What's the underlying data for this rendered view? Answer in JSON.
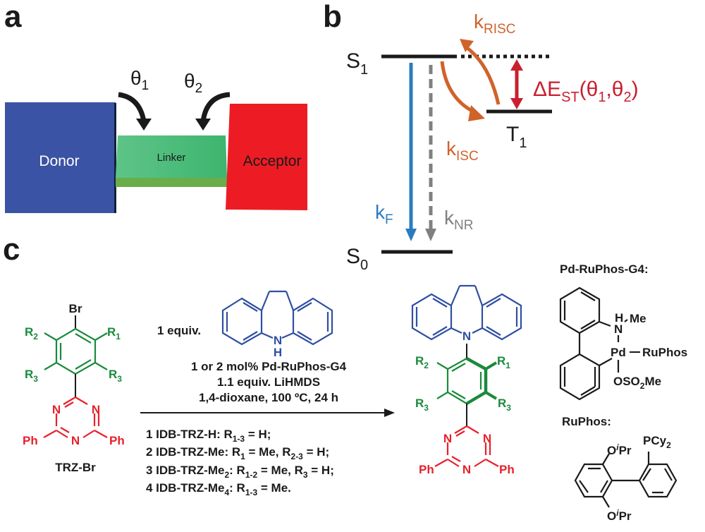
{
  "panels": {
    "a": {
      "label": "a",
      "donor": "Donor",
      "linker": "Linker",
      "acceptor": "Acceptor",
      "theta1": "θ",
      "theta1_sub": "1",
      "theta2": "θ",
      "theta2_sub": "2",
      "colors": {
        "donor": "#3a53a4",
        "linker": "#4dbd79",
        "acceptor": "#ed1c24"
      }
    },
    "b": {
      "label": "b",
      "s1": "S",
      "s1_sub": "1",
      "s0": "S",
      "s0_sub": "0",
      "t1": "T",
      "t1_sub": "1",
      "k_risc": "k",
      "k_risc_sub": "RISC",
      "k_isc": "k",
      "k_isc_sub": "ISC",
      "k_f": "k",
      "k_f_sub": "F",
      "k_nr": "k",
      "k_nr_sub": "NR",
      "delta_est": "ΔE",
      "delta_est_sub": "ST",
      "delta_est_args": "(θ",
      "arg1_sub": "1",
      "arg_sep": ",θ",
      "arg2_sub": "2",
      "arg_close": ")",
      "colors": {
        "isc": "#d0632a",
        "fluor": "#2b7bbf",
        "nonrad": "#808080",
        "gap": "#c8202e"
      }
    },
    "c": {
      "label": "c",
      "reactant": {
        "name": "TRZ-Br",
        "br": "Br",
        "r1": "R",
        "r1_sub": "1",
        "r2": "R",
        "r2_sub": "2",
        "r3": "R",
        "r3_sub": "3",
        "n": "N",
        "ph": "Ph"
      },
      "reagent": {
        "equiv": "1 equiv.",
        "nh_n": "N",
        "nh_h": "H"
      },
      "conditions": [
        "1 or 2 mol% Pd-RuPhos-G4",
        "1.1 equiv. LiHMDS",
        "1,4-dioxane, 100 ºC, 24 h"
      ],
      "products": [
        {
          "text": "1 IDB-TRZ-H: R",
          "sub": "1-3",
          "rest": " = H;"
        },
        {
          "text": "2 IDB-TRZ-Me: R",
          "sub": "1",
          "rest": " = Me, R",
          "sub2": "2-3",
          "rest2": " = H;"
        },
        {
          "text": "3 IDB-TRZ-Me",
          "sub": "2",
          "rest": ": R",
          "sub2": "1-2",
          "rest2": " = Me, R",
          "sub3": "3",
          "rest3": " = H;"
        },
        {
          "text": "4 IDB-TRZ-Me",
          "sub": "4",
          "rest": ": R",
          "sub2": "1-3",
          "rest2": " = Me."
        }
      ],
      "catalyst": {
        "title": "Pd-RuPhos-G4:",
        "h": "H",
        "n": "N",
        "me": "Me",
        "pd": "Pd",
        "ruphos": "RuPhos",
        "oso2me": "OSO",
        "oso2me_sub": "2",
        "oso2me_end": "Me"
      },
      "ligand": {
        "title": "RuPhos:",
        "o": "O",
        "i": "i",
        "pr": "Pr",
        "pcy": "PCy",
        "pcy_sub": "2"
      },
      "colors": {
        "aryl": "#1a8a3c",
        "triazine": "#e8202a",
        "amine": "#2e4fa3",
        "text": "#1a1a1a"
      }
    }
  }
}
